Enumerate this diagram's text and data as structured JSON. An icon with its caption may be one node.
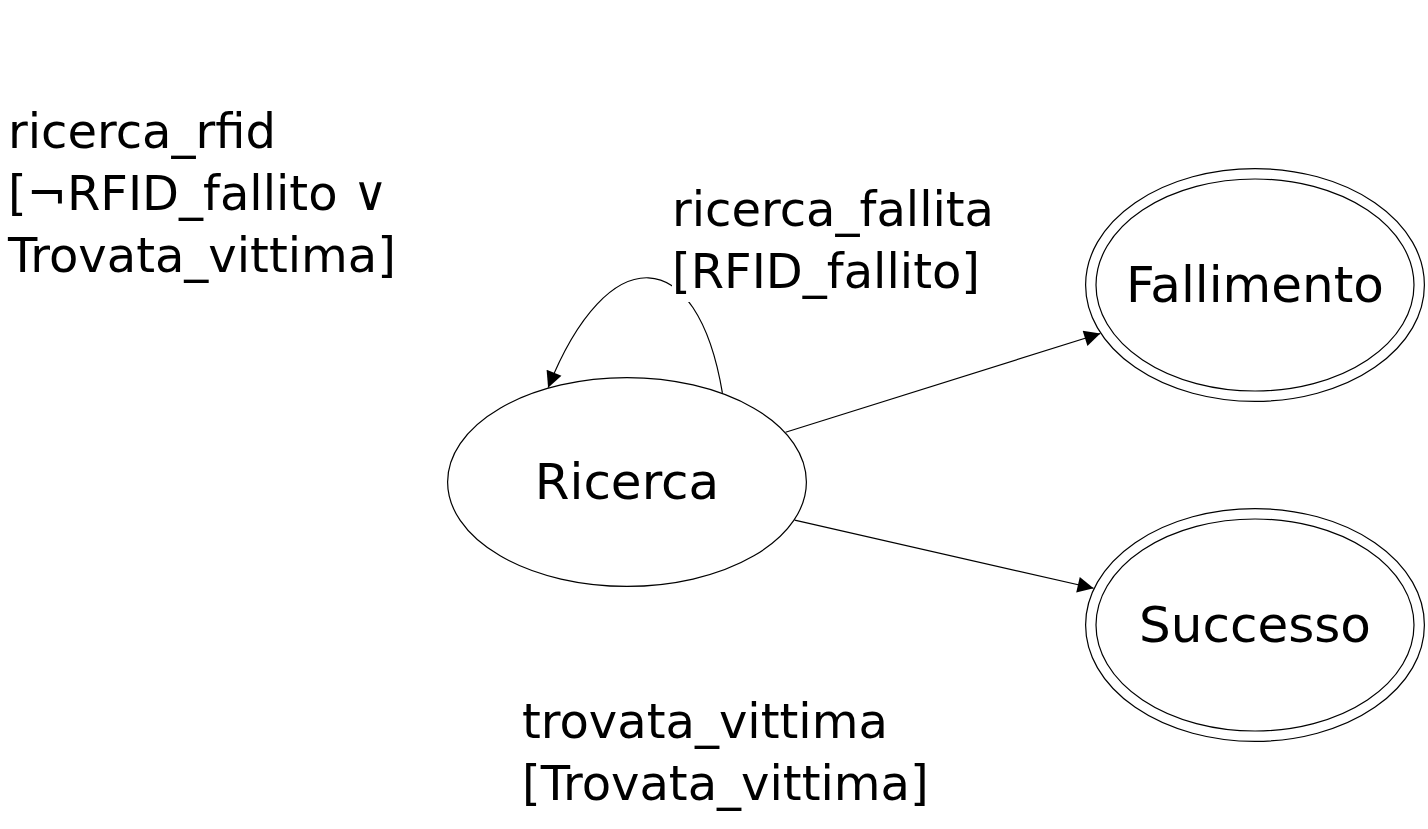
{
  "diagram": {
    "nodes": [
      {
        "text": [
          "Ricerca"
        ]
      },
      {
        "text": [
          "Fallimento"
        ]
      },
      {
        "text": [
          "Successo"
        ]
      }
    ],
    "edges": [
      {
        "from": 0,
        "to": 0,
        "arrow": "to",
        "label": "ricerca_rfid [¬RFID_fallito ∨ Trovata_vittima]"
      },
      {
        "from": 0,
        "to": 1,
        "arrow": "to",
        "label": "ricerca_fallita [RFID_fallito]"
      },
      {
        "from": 0,
        "to": 2,
        "arrow": "to",
        "label": "trovata_vittima [Trovata_vittima]"
      }
    ]
  }
}
